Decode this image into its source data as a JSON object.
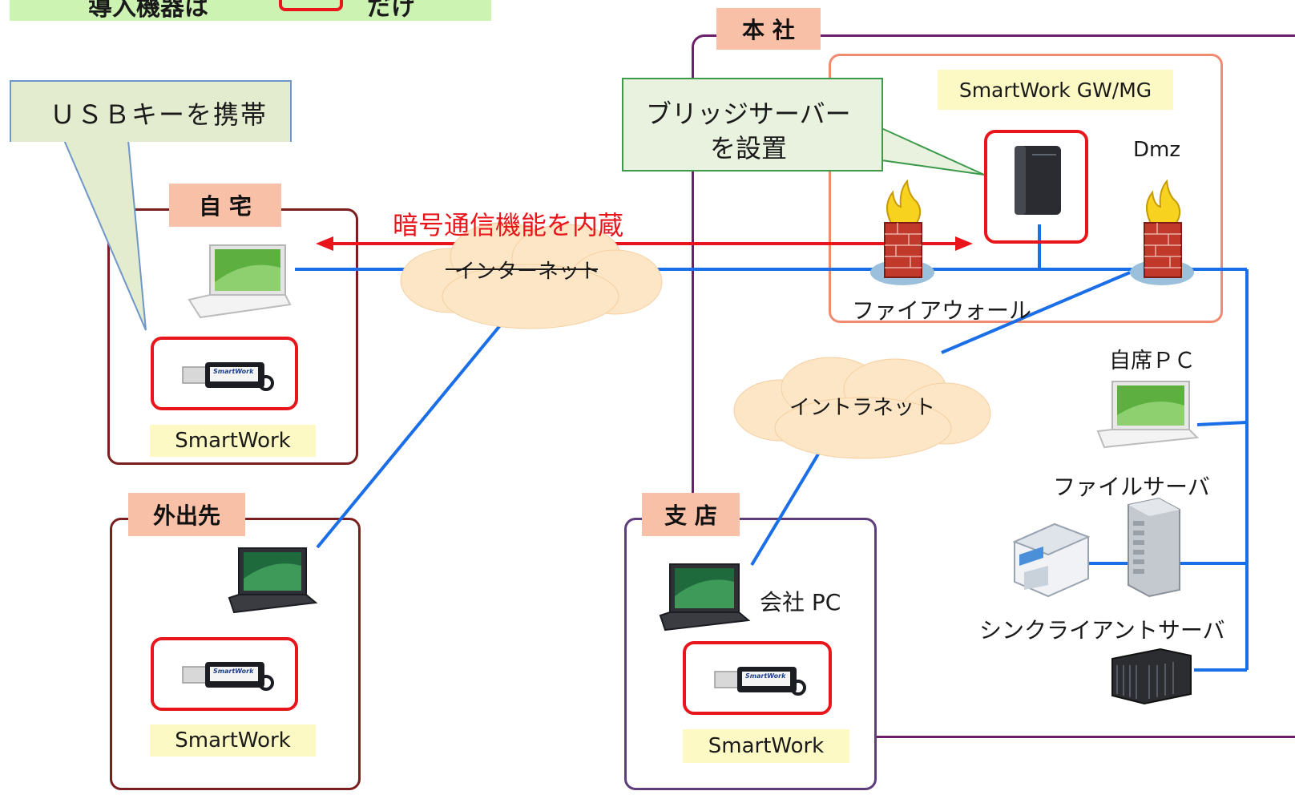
{
  "banner": {
    "text_before": "導入機器は",
    "text_after": "だけ"
  },
  "callouts": {
    "usb": "ＵＳＢキーを携帯",
    "bridge_line1": "ブリッジサーバー",
    "bridge_line2": "を設置"
  },
  "zones": {
    "home": "自 宅",
    "outside": "外出先",
    "head_office": "本 社",
    "branch": "支 店"
  },
  "labels": {
    "encryption": "暗号通信機能を内蔵",
    "internet": "インターネット",
    "intranet": "イントラネット",
    "gateway": "SmartWork GW/MG",
    "dmz": "Dmz",
    "firewall": "ファイアウォール",
    "own_pc": "自席ＰＣ",
    "file_server": "ファイルサーバ",
    "thin_client_server": "シンクライアントサーバ",
    "company_pc": "会社 PC",
    "smartwork_home": "SmartWork",
    "smartwork_outside": "SmartWork",
    "smartwork_branch": "SmartWork",
    "usb_brand": "SmartWork"
  },
  "colors": {
    "network_line": "#1a6ee8",
    "encryption_arrow": "#e8151b",
    "highlight_frame": "#e8151b",
    "home_border": "#7a1f1f",
    "head_office_border": "#6b1f6b",
    "branch_border": "#5e3d7a",
    "dmz_border": "#f08a70",
    "zone_tag": "#f9c0a8",
    "banner": "#cdf3b3",
    "callout_usb": "#e3eccf",
    "callout_bridge": "#e8f2de",
    "label_highlight": "#fdf9c4"
  }
}
